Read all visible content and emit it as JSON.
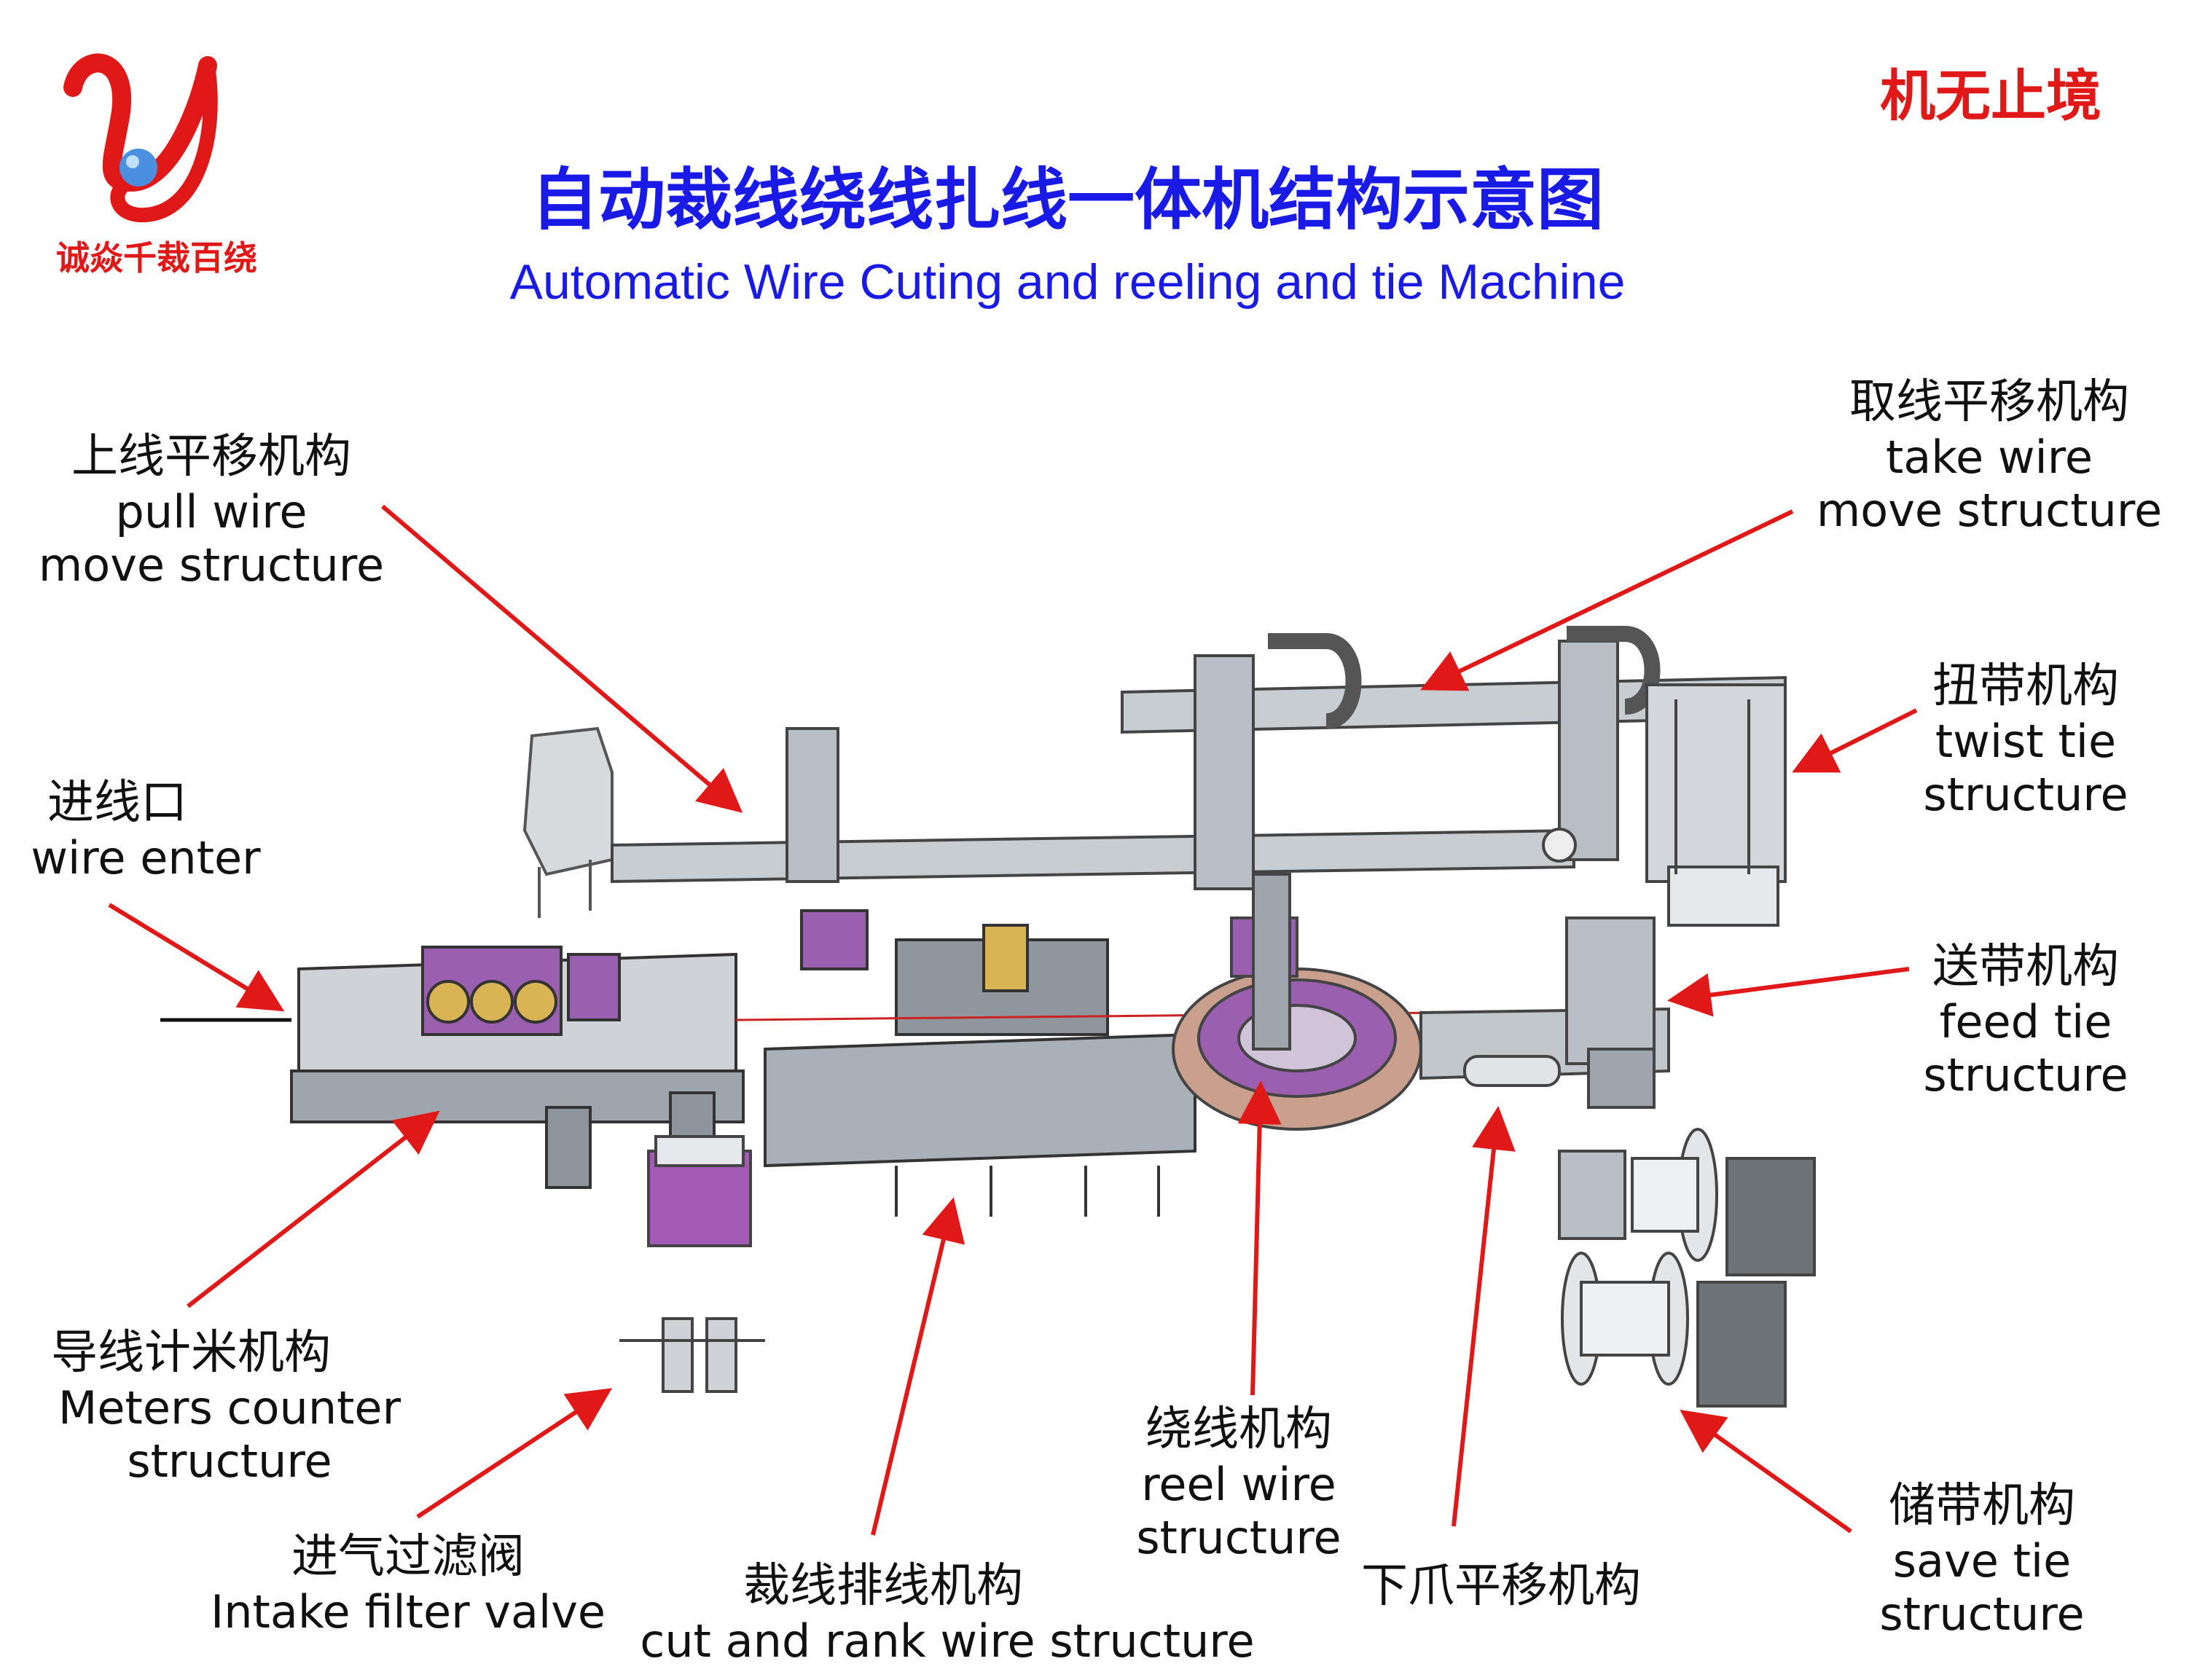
{
  "header": {
    "logo_text": "诚焱千裁百绕",
    "slogan": "机无止境",
    "title_zh": "自动裁线绕线扎线一体机结构示意图",
    "title_en": "Automatic Wire Cuting and reeling and tie Machine"
  },
  "colors": {
    "title": "#1a1ae6",
    "accent": "#e01818",
    "arrow": "#e01818",
    "purple": "#9a5fae"
  },
  "labels": [
    {
      "id": "pull-wire",
      "zh": "上线平移机构",
      "en": [
        "pull wire",
        "move structure"
      ]
    },
    {
      "id": "take-wire",
      "zh": "取线平移机构",
      "en": [
        "take wire",
        "move structure"
      ]
    },
    {
      "id": "twist-tie",
      "zh": "扭带机构",
      "en": [
        "twist tie",
        "structure"
      ]
    },
    {
      "id": "wire-enter",
      "zh": "进线口",
      "en": [
        "wire enter"
      ]
    },
    {
      "id": "feed-tie",
      "zh": "送带机构",
      "en": [
        "feed tie",
        "structure"
      ]
    },
    {
      "id": "meters-counter",
      "zh": "导线计米机构",
      "en": [
        "Meters counter",
        "structure"
      ]
    },
    {
      "id": "intake-filter",
      "zh": "进气过滤阀",
      "en": [
        "Intake filter valve"
      ]
    },
    {
      "id": "cut-rank",
      "zh": "裁线排线机构",
      "en": [
        "cut and rank wire structure"
      ]
    },
    {
      "id": "reel-wire",
      "zh": "绕线机构",
      "en": [
        "reel wire",
        "structure"
      ]
    },
    {
      "id": "lower-claw",
      "zh": "下爪平移机构",
      "en": []
    },
    {
      "id": "save-tie",
      "zh": "储带机构",
      "en": [
        "save tie",
        "structure"
      ]
    }
  ]
}
